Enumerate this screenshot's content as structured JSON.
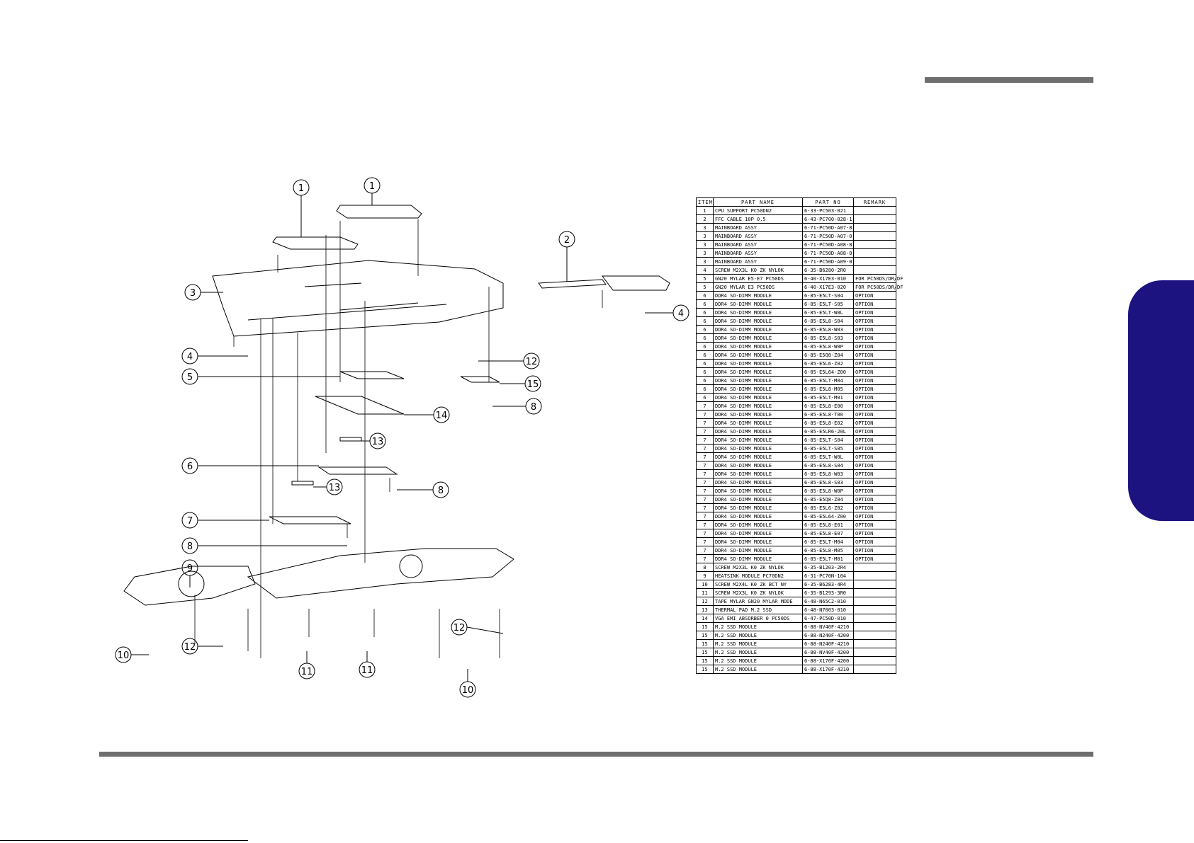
{
  "table": {
    "headers": [
      "ITEM",
      "PART  NAME",
      "PART  NO",
      "REMARK"
    ],
    "rows": [
      [
        "1",
        "CPU SUPPORT PC50DN2",
        "6-33-PC503-021",
        ""
      ],
      [
        "2",
        "FFC CABLE 10P 0.5",
        "6-43-PC700-028-1",
        ""
      ],
      [
        "3",
        "MAINBOARD ASSY",
        "6-71-PC50D-A07-8",
        ""
      ],
      [
        "3",
        "MAINBOARD ASSY",
        "6-71-PC50D-A07-0",
        ""
      ],
      [
        "3",
        "MAINBOARD ASSY",
        "6-71-PC50D-A08-8",
        ""
      ],
      [
        "3",
        "MAINBOARD ASSY",
        "6-71-PC50D-A08-0",
        ""
      ],
      [
        "3",
        "MAINBOARD ASSY",
        "6-71-PC50D-A09-0",
        ""
      ],
      [
        "4",
        "SCREW M2X3L K0 ZK NYLOK",
        "6-35-B6280-2R0",
        ""
      ],
      [
        "5",
        "GN20 MYLAR E5-E7 PC50DS",
        "6-40-X17E3-010",
        "FOR PC50DS/DR/DF"
      ],
      [
        "5",
        "GN20 MYLAR E3 PC50DS",
        "6-40-X17E3-020",
        "FOR PC50DS/DR/DF"
      ],
      [
        "6",
        "DDR4 SO-DIMM MODULE",
        "6-85-E5LT-S04",
        "OPTION"
      ],
      [
        "6",
        "DDR4 SO-DIMM MODULE",
        "6-85-E5LT-S05",
        "OPTION"
      ],
      [
        "6",
        "DDR4 SO-DIMM MODULE",
        "6-85-E5LT-W0L",
        "OPTION"
      ],
      [
        "6",
        "DDR4 SO-DIMM MODULE",
        "6-85-E5L8-S04",
        "OPTION"
      ],
      [
        "6",
        "DDR4 SO-DIMM MODULE",
        "6-85-E5L8-W03",
        "OPTION"
      ],
      [
        "6",
        "DDR4 SO-DIMM MODULE",
        "6-85-E5L8-S03",
        "OPTION"
      ],
      [
        "6",
        "DDR4 SO-DIMM MODULE",
        "6-85-E5L8-W0P",
        "OPTION"
      ],
      [
        "6",
        "DDR4 SO-DIMM MODULE",
        "6-85-E5Q8-Z04",
        "OPTION"
      ],
      [
        "6",
        "DDR4 SO-DIMM MODULE",
        "6-85-E5L6-Z02",
        "OPTION"
      ],
      [
        "6",
        "DDR4 SO-DIMM MODULE",
        "6-85-E5L64-Z00",
        "OPTION"
      ],
      [
        "6",
        "DDR4 SO-DIMM MODULE",
        "6-85-E5LT-M04",
        "OPTION"
      ],
      [
        "6",
        "DDR4 SO-DIMM MODULE",
        "6-85-E5L8-M05",
        "OPTION"
      ],
      [
        "6",
        "DDR4 SO-DIMM MODULE",
        "6-85-E5LT-M01",
        "OPTION"
      ],
      [
        "7",
        "DDR4 SO-DIMM MODULE",
        "6-85-E5L8-E00",
        "OPTION"
      ],
      [
        "7",
        "DDR4 SO-DIMM MODULE",
        "6-85-E5L8-T00",
        "OPTION"
      ],
      [
        "7",
        "DDR4 SO-DIMM MODULE",
        "6-85-E5L8-E02",
        "OPTION"
      ],
      [
        "7",
        "DDR4 SO-DIMM MODULE",
        "6-85-E5LR6-20L",
        "OPTION"
      ],
      [
        "7",
        "DDR4 SO-DIMM MODULE",
        "6-85-E5LT-S04",
        "OPTION"
      ],
      [
        "7",
        "DDR4 SO-DIMM MODULE",
        "6-85-E5LT-S05",
        "OPTION"
      ],
      [
        "7",
        "DDR4 SO-DIMM MODULE",
        "6-85-E5LT-W0L",
        "OPTION"
      ],
      [
        "7",
        "DDR4 SO-DIMM MODULE",
        "6-85-E5L8-S04",
        "OPTION"
      ],
      [
        "7",
        "DDR4 SO-DIMM MODULE",
        "6-85-E5L8-W03",
        "OPTION"
      ],
      [
        "7",
        "DDR4 SO-DIMM MODULE",
        "6-85-E5L8-S03",
        "OPTION"
      ],
      [
        "7",
        "DDR4 SO-DIMM MODULE",
        "6-85-E5L8-W0P",
        "OPTION"
      ],
      [
        "7",
        "DDR4 SO-DIMM MODULE",
        "6-85-E5Q8-Z04",
        "OPTION"
      ],
      [
        "7",
        "DDR4 SO-DIMM MODULE",
        "6-85-E5L6-Z02",
        "OPTION"
      ],
      [
        "7",
        "DDR4 SO-DIMM MODULE",
        "6-85-E5L64-Z00",
        "OPTION"
      ],
      [
        "7",
        "DDR4 SO-DIMM MODULE",
        "6-85-E5L8-E01",
        "OPTION"
      ],
      [
        "7",
        "DDR4 SO-DIMM MODULE",
        "6-85-E5L8-E07",
        "OPTION"
      ],
      [
        "7",
        "DDR4 SO-DIMM MODULE",
        "6-85-E5LT-M04",
        "OPTION"
      ],
      [
        "7",
        "DDR4 SO-DIMM MODULE",
        "6-85-E5L8-M05",
        "OPTION"
      ],
      [
        "7",
        "DDR4 SO-DIMM MODULE",
        "6-85-E5LT-M01",
        "OPTION"
      ],
      [
        "8",
        "SCREW M2X3L K0 ZK NYLOK",
        "6-35-B1203-2R4",
        ""
      ],
      [
        "9",
        "HEATSINK MODULE PC70DN2",
        "6-31-PC70N-104",
        ""
      ],
      [
        "10",
        "SCREW M2X4L K0 ZK BCT NY",
        "6-35-B6283-4R4",
        ""
      ],
      [
        "11",
        "SCREW M2X3L K0 ZK NYLOK",
        "6-35-B1293-3R0",
        ""
      ],
      [
        "12",
        "TAPE MYLAR GN20 MYLAR MODE",
        "6-48-N65C2-010",
        ""
      ],
      [
        "13",
        "THERMAL PAD M.2 SSD",
        "6-48-N7003-010",
        ""
      ],
      [
        "14",
        "VGA EMI ABSORBER 0 PC50DS",
        "6-47-PC50D-010",
        ""
      ],
      [
        "15",
        "M.2 SSD MODULE",
        "6-88-NV40F-4210",
        ""
      ],
      [
        "15",
        "M.2 SSD MODULE",
        "6-88-N240F-4200",
        ""
      ],
      [
        "15",
        "M.2 SSD MODULE",
        "6-88-N240F-4210",
        ""
      ],
      [
        "15",
        "M.2 SSD MODULE",
        "6-88-NV40F-4200",
        ""
      ],
      [
        "15",
        "M.2 SSD MODULE",
        "6-88-X170F-4200",
        ""
      ],
      [
        "15",
        "M.2 SSD MODULE",
        "6-88-X170F-4210",
        ""
      ]
    ]
  },
  "callouts": [
    "1",
    "1",
    "2",
    "3",
    "4",
    "4",
    "5",
    "6",
    "7",
    "8",
    "8",
    "8",
    "9",
    "10",
    "10",
    "11",
    "11",
    "12",
    "12",
    "12",
    "13",
    "13",
    "14",
    "15"
  ]
}
